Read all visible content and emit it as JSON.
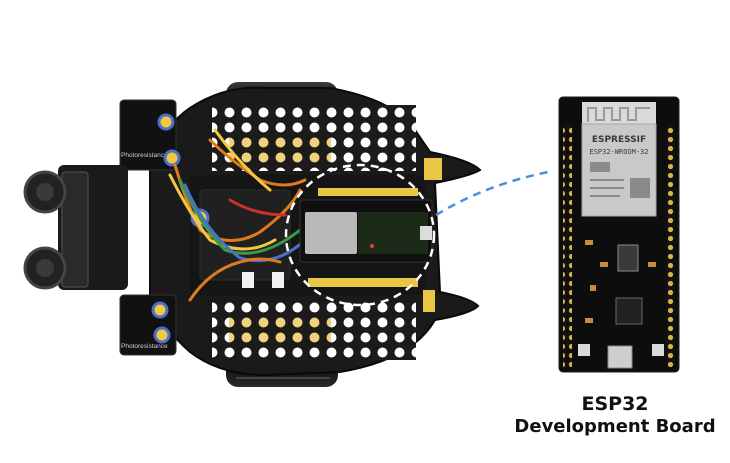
{
  "caption": {
    "line1": "ESP32",
    "line2": "Development Board"
  },
  "chip": {
    "brand": "ESPRESSIF",
    "model": "ESP32-WROOM-32"
  },
  "robot": {
    "sensor_label": "Photoresistance"
  },
  "colors": {
    "board": "#1a1a1a",
    "pcb": "#0d0d0d",
    "pin_gold": "#d8b24a",
    "accent_blue": "#4a90d9",
    "wire_orange": "#e07a1f"
  }
}
